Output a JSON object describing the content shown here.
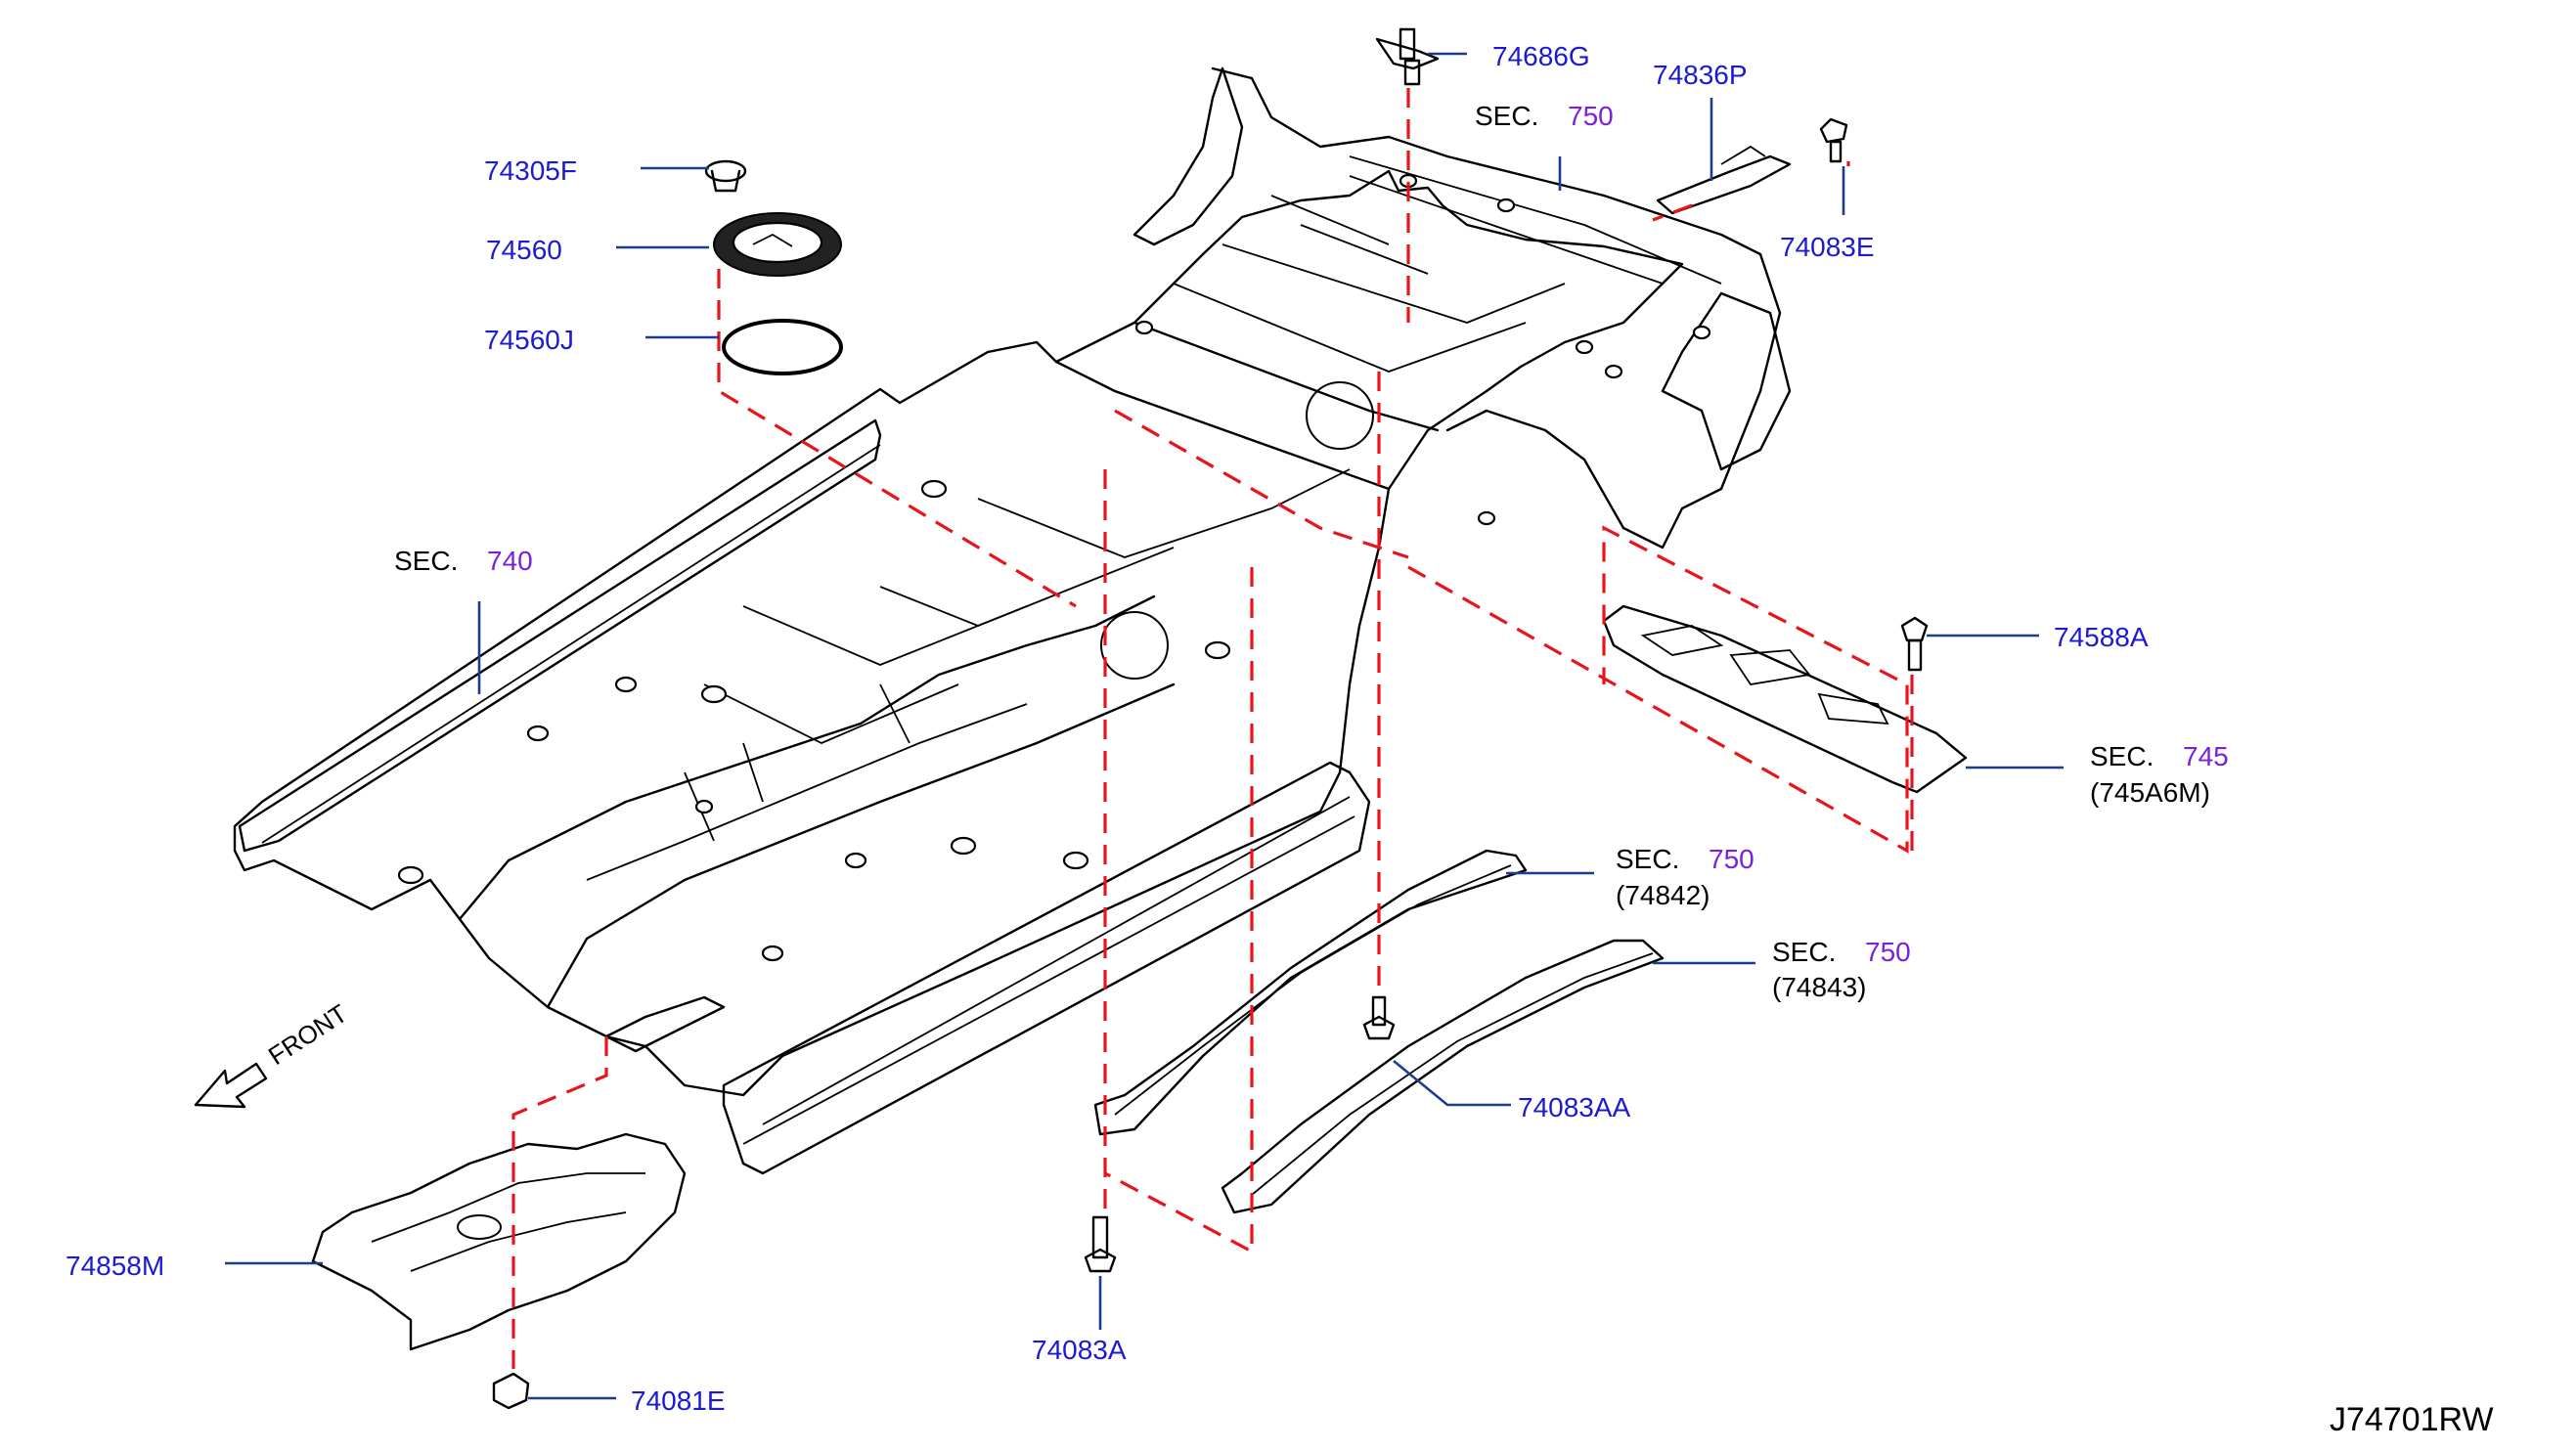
{
  "parts": {
    "p74686G": "74686G",
    "p74836P": "74836P",
    "p74305F": "74305F",
    "p74560": "74560",
    "p74560J": "74560J",
    "p74083E": "74083E",
    "p74588A": "74588A",
    "p74083AA": "74083AA",
    "p74858M": "74858M",
    "p74083A": "74083A",
    "p74081E": "74081E"
  },
  "sections": {
    "sec_word": "SEC.",
    "s750_top": "750",
    "s740": "740",
    "s745": "745",
    "s745_ref": "(745A6M)",
    "s750_a": "750",
    "s750_a_ref": "(74842)",
    "s750_b": "750",
    "s750_b_ref": "(74843)"
  },
  "front_label": "FRONT",
  "diagram_code": "J74701RW",
  "colors": {
    "part_label": "#1a1ad6",
    "section_number": "#7a1fe0",
    "leader_line": "#1f3c8c",
    "dashed_guide": "#e8141c",
    "outline": "#000000"
  }
}
